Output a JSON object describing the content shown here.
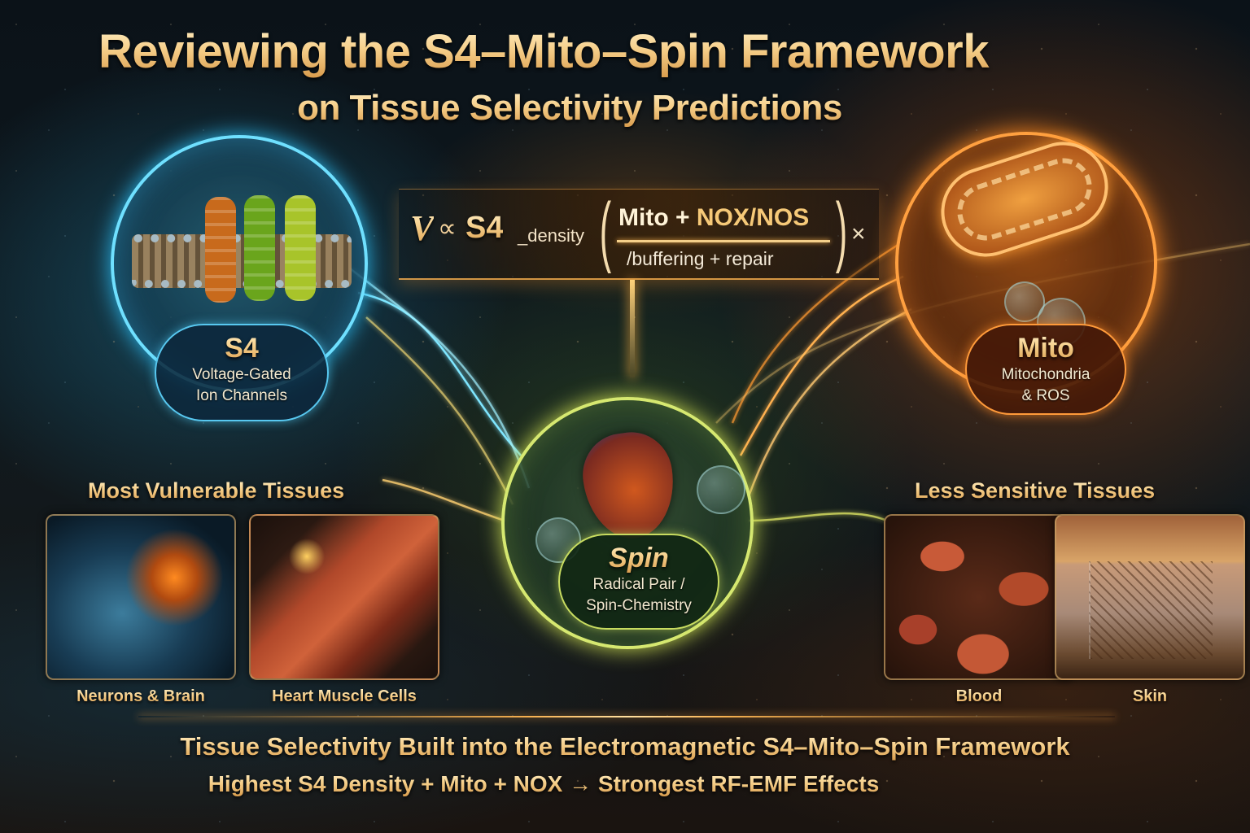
{
  "title": {
    "line1": "Reviewing the S4–Mito–Spin Framework",
    "line2": "on Tissue Selectivity Predictions"
  },
  "formula": {
    "lhs": "V",
    "proportional": "∝",
    "s4": "S4",
    "s4_subscript": "_density",
    "numerator_a": "Mito + ",
    "numerator_b": "NOX/NOS",
    "denominator": "/buffering + repair",
    "trailing_operator": "×",
    "left_paren": "(",
    "right_paren": ")"
  },
  "nodes": {
    "s4": {
      "label": "S4",
      "line1": "Voltage-Gated",
      "line2": "Ion Channels",
      "icon": "ion-channel-icon",
      "color": "#58c8f0"
    },
    "mito": {
      "label": "Mito",
      "line1": "Mitochondria",
      "line2": "& ROS",
      "icon": "mitochondrion-icon",
      "color": "#ff9a3a"
    },
    "spin": {
      "label": "Spin",
      "line1": "Radical Pair /",
      "line2": "Spin-Chemistry",
      "icon": "heart-icon",
      "color": "#c8dc60"
    }
  },
  "vulnerable": {
    "heading": "Most Vulnerable Tissues",
    "tissues": [
      {
        "label": "Neurons & Brain",
        "icon": "brain-icon"
      },
      {
        "label": "Heart Muscle Cells",
        "icon": "muscle-fiber-icon"
      }
    ]
  },
  "less_sensitive": {
    "heading": "Less Sensitive Tissues",
    "tissues": [
      {
        "label": "Blood",
        "icon": "red-blood-cell-icon"
      },
      {
        "label": "Skin",
        "icon": "skin-layer-icon"
      }
    ]
  },
  "footer": {
    "line1": "Tissue Selectivity Built into the Electromagnetic S4–Mito–Spin Framework",
    "line2": "Highest S4 Density + Mito + NOX → Strongest RF-EMF Effects"
  },
  "colors": {
    "gold_text": "#f3c680",
    "s4_blue": "#6fe0ff",
    "mito_orange": "#ffa040",
    "spin_green": "#d6e870",
    "background": "#0f1a20"
  }
}
